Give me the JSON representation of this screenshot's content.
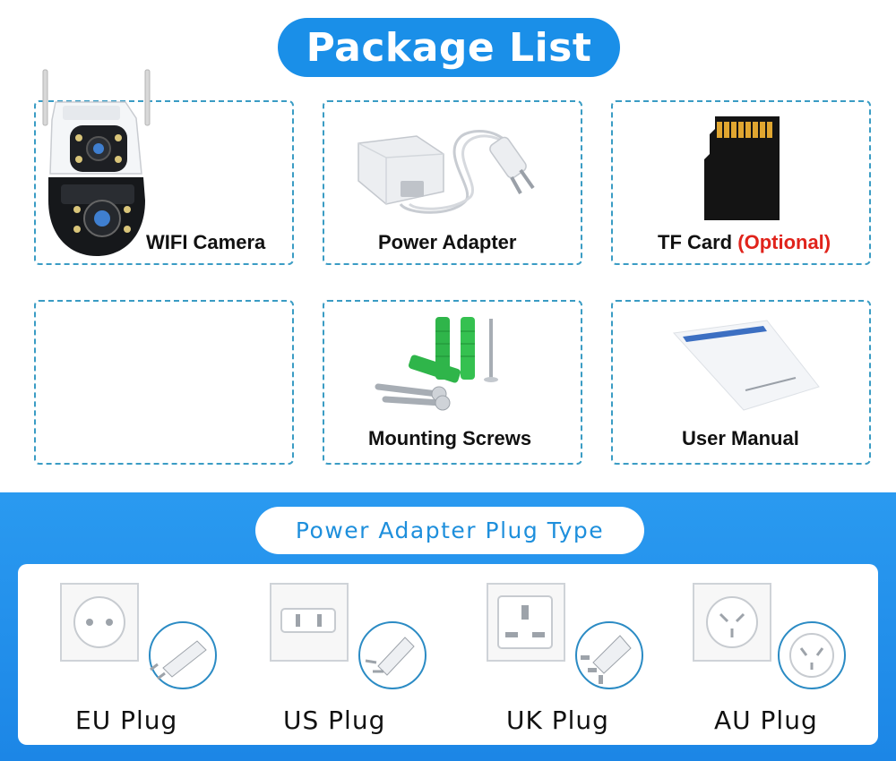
{
  "header": {
    "title": "Package List"
  },
  "items": [
    {
      "label": "WIFI Camera",
      "icon": "camera-icon"
    },
    {
      "label": "Power Adapter",
      "icon": "power-adapter-icon"
    },
    {
      "label": "TF Card",
      "optional": "(Optional)",
      "icon": "tf-card-icon"
    },
    {
      "label": "",
      "icon": ""
    },
    {
      "label": "Mounting Screws",
      "icon": "screws-icon"
    },
    {
      "label": "User Manual",
      "icon": "manual-icon"
    }
  ],
  "plugs": {
    "title": "Power Adapter Plug Type",
    "types": [
      {
        "label": "EU Plug",
        "icon": "eu-socket-icon"
      },
      {
        "label": "US Plug",
        "icon": "us-socket-icon"
      },
      {
        "label": "UK Plug",
        "icon": "uk-socket-icon"
      },
      {
        "label": "AU Plug",
        "icon": "au-socket-icon"
      }
    ]
  },
  "colors": {
    "accent": "#1a8fe8",
    "dashed_border": "#3a9cc4",
    "optional_text": "#e0231b",
    "plug_title": "#1e8fdc"
  }
}
